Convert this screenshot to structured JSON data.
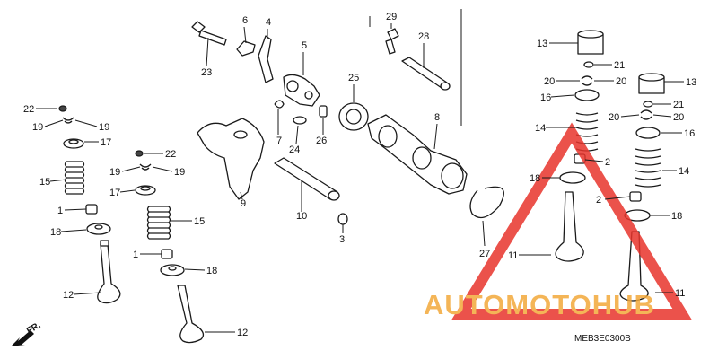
{
  "diagram": {
    "code": "MEB3E0300B",
    "front_label": "FR.",
    "callouts": [
      {
        "id": "c1",
        "label": "1"
      },
      {
        "id": "c1b",
        "label": "1"
      },
      {
        "id": "c2",
        "label": "2"
      },
      {
        "id": "c2b",
        "label": "2"
      },
      {
        "id": "c3",
        "label": "3"
      },
      {
        "id": "c4",
        "label": "4"
      },
      {
        "id": "c5",
        "label": "5"
      },
      {
        "id": "c6",
        "label": "6"
      },
      {
        "id": "c7",
        "label": "7"
      },
      {
        "id": "c8",
        "label": "8"
      },
      {
        "id": "c9",
        "label": "9"
      },
      {
        "id": "c10",
        "label": "10"
      },
      {
        "id": "c11",
        "label": "11"
      },
      {
        "id": "c11b",
        "label": "11"
      },
      {
        "id": "c12",
        "label": "12"
      },
      {
        "id": "c12b",
        "label": "12"
      },
      {
        "id": "c13",
        "label": "13"
      },
      {
        "id": "c13b",
        "label": "13"
      },
      {
        "id": "c14",
        "label": "14"
      },
      {
        "id": "c14b",
        "label": "14"
      },
      {
        "id": "c15",
        "label": "15"
      },
      {
        "id": "c15b",
        "label": "15"
      },
      {
        "id": "c16",
        "label": "16"
      },
      {
        "id": "c16b",
        "label": "16"
      },
      {
        "id": "c17",
        "label": "17"
      },
      {
        "id": "c17b",
        "label": "17"
      },
      {
        "id": "c18",
        "label": "18"
      },
      {
        "id": "c18b",
        "label": "18"
      },
      {
        "id": "c18c",
        "label": "18"
      },
      {
        "id": "c18d",
        "label": "18"
      },
      {
        "id": "c19a",
        "label": "19"
      },
      {
        "id": "c19b",
        "label": "19"
      },
      {
        "id": "c19c",
        "label": "19"
      },
      {
        "id": "c19d",
        "label": "19"
      },
      {
        "id": "c20a",
        "label": "20"
      },
      {
        "id": "c20b",
        "label": "20"
      },
      {
        "id": "c20c",
        "label": "20"
      },
      {
        "id": "c20d",
        "label": "20"
      },
      {
        "id": "c21",
        "label": "21"
      },
      {
        "id": "c21b",
        "label": "21"
      },
      {
        "id": "c22",
        "label": "22"
      },
      {
        "id": "c22b",
        "label": "22"
      },
      {
        "id": "c23",
        "label": "23"
      },
      {
        "id": "c24",
        "label": "24"
      },
      {
        "id": "c25",
        "label": "25"
      },
      {
        "id": "c26",
        "label": "26"
      },
      {
        "id": "c27",
        "label": "27"
      },
      {
        "id": "c28",
        "label": "28"
      },
      {
        "id": "c29",
        "label": "29"
      }
    ]
  },
  "watermark": {
    "logo_text": "AUTOMOTOHUB",
    "colors": {
      "red": "#e8342c",
      "orange": "#f3a93a",
      "gray": "#9a9a9a"
    }
  }
}
